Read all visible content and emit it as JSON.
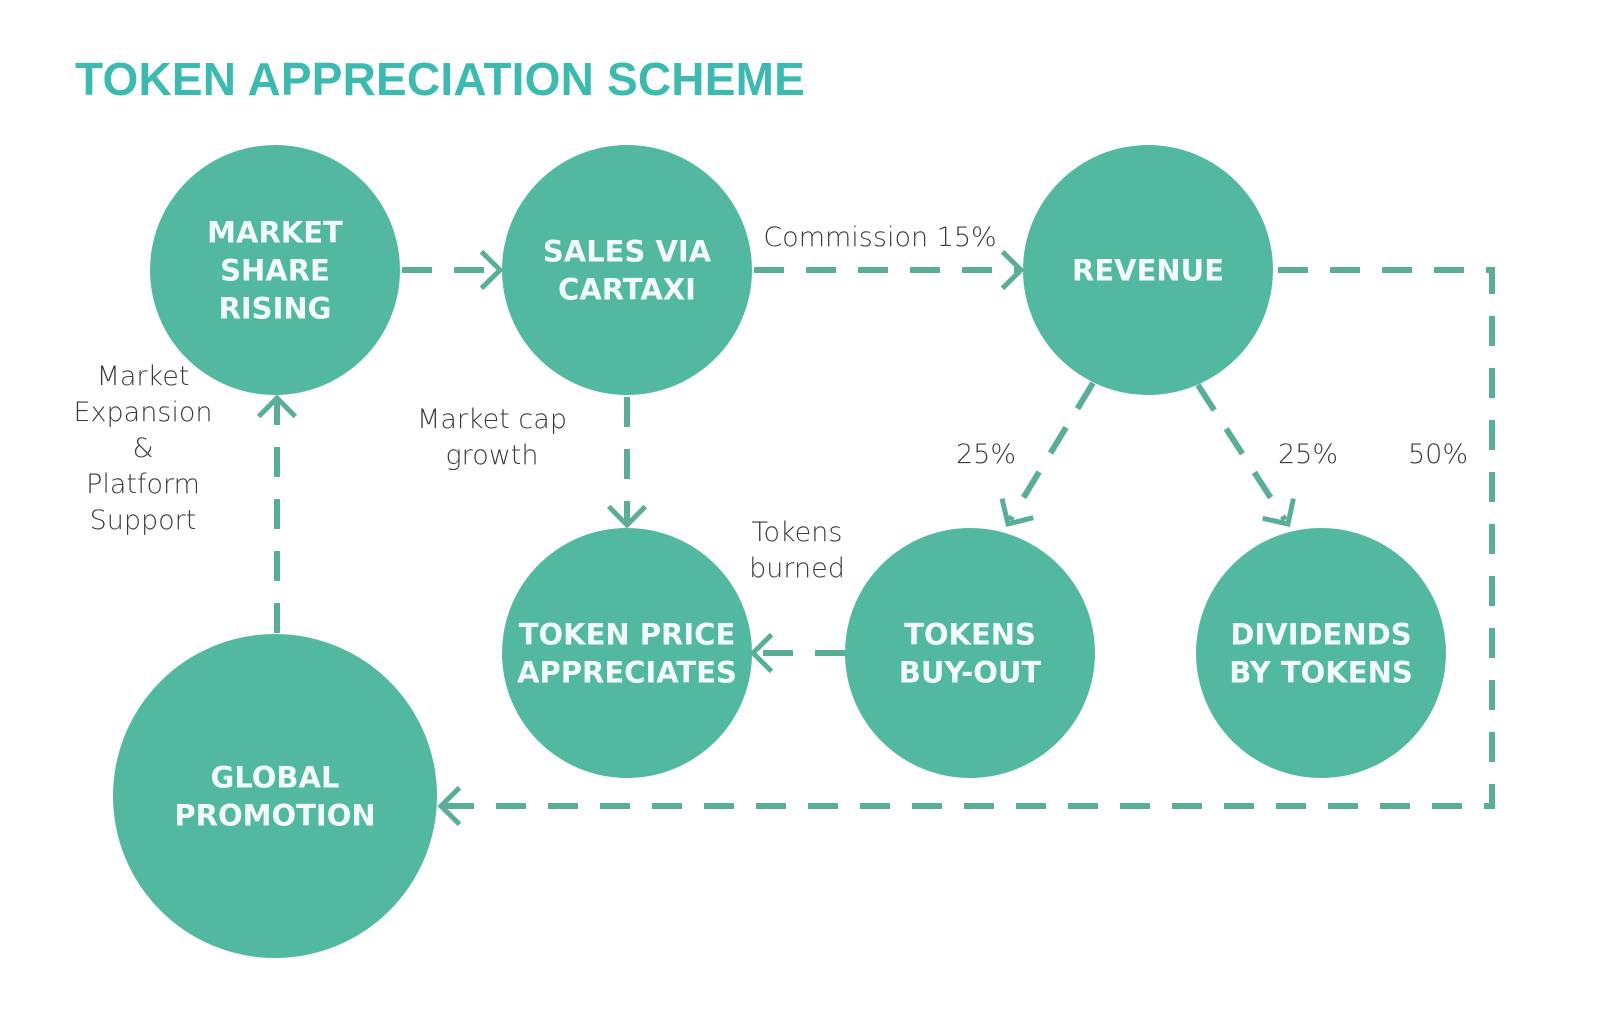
{
  "title": "TOKEN APPRECIATION SCHEME",
  "colors": {
    "title": "#3dbab0",
    "node_fill": "#52b8a0",
    "node_text": "#f2fbf8",
    "edge": "#5aae98",
    "label_text": "#3a3a3a",
    "background": "#ffffff"
  },
  "nodes": [
    {
      "id": "market_share",
      "lines": [
        "MARKET",
        "SHARE",
        "RISING"
      ]
    },
    {
      "id": "sales",
      "lines": [
        "SALES VIA",
        "CARTAXI"
      ]
    },
    {
      "id": "revenue",
      "lines": [
        "REVENUE"
      ]
    },
    {
      "id": "token_price",
      "lines": [
        "TOKEN PRICE",
        "APPRECIATES"
      ]
    },
    {
      "id": "buyout",
      "lines": [
        "TOKENS",
        "BUY-OUT"
      ]
    },
    {
      "id": "dividends",
      "lines": [
        "DIVIDENDS",
        "BY TOKENS"
      ]
    },
    {
      "id": "global_promotion",
      "lines": [
        "GLOBAL",
        "PROMOTION"
      ]
    }
  ],
  "edges": [
    {
      "from": "market_share",
      "to": "sales",
      "label": []
    },
    {
      "from": "sales",
      "to": "revenue",
      "label": [
        "Commission 15%"
      ]
    },
    {
      "from": "sales",
      "to": "token_price",
      "label": [
        "Market cap",
        "growth"
      ]
    },
    {
      "from": "revenue",
      "to": "buyout",
      "label": [
        "25%"
      ]
    },
    {
      "from": "revenue",
      "to": "dividends",
      "label": [
        "25%"
      ]
    },
    {
      "from": "revenue",
      "to": "global_promotion",
      "label": [
        "50%"
      ]
    },
    {
      "from": "buyout",
      "to": "token_price",
      "label": [
        "Tokens",
        "burned"
      ]
    },
    {
      "from": "global_promotion",
      "to": "market_share",
      "label": [
        "Market",
        "Expansion",
        "&",
        "Platform",
        "Support"
      ]
    }
  ]
}
